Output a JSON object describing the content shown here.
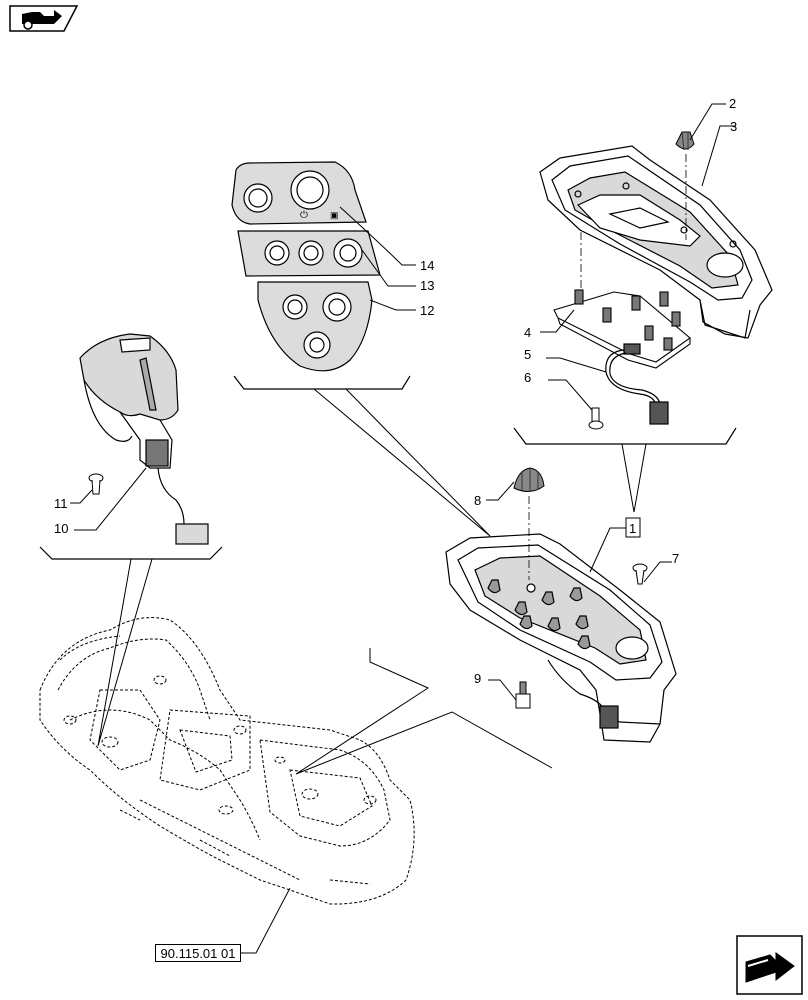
{
  "labels": {
    "c1": "1",
    "c2": "2",
    "c3": "3",
    "c4": "4",
    "c5": "5",
    "c6": "6",
    "c7": "7",
    "c8": "8",
    "c9": "9",
    "c10": "10",
    "c11": "11",
    "c12": "12",
    "c13": "13",
    "c14": "14"
  },
  "reference": "90.115.01 01",
  "icons": {
    "top_left": "tractor-direction-icon",
    "bottom_right": "next-page-arrow-icon"
  },
  "colors": {
    "line": "#000000",
    "background": "#ffffff",
    "shade": "#d9d9d9"
  }
}
